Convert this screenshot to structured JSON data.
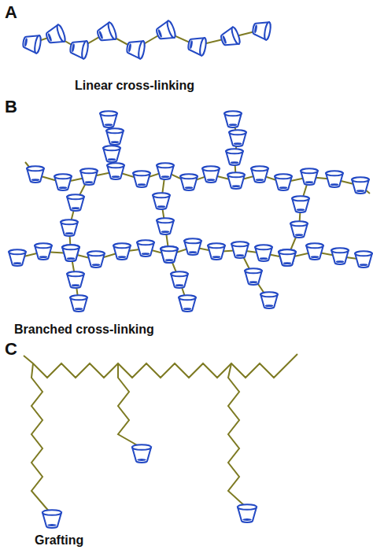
{
  "diagram": {
    "labels": [
      "A",
      "Linear cross-linking",
      "B",
      "Branched cross-linking",
      "C",
      "Grafting"
    ]
  }
}
